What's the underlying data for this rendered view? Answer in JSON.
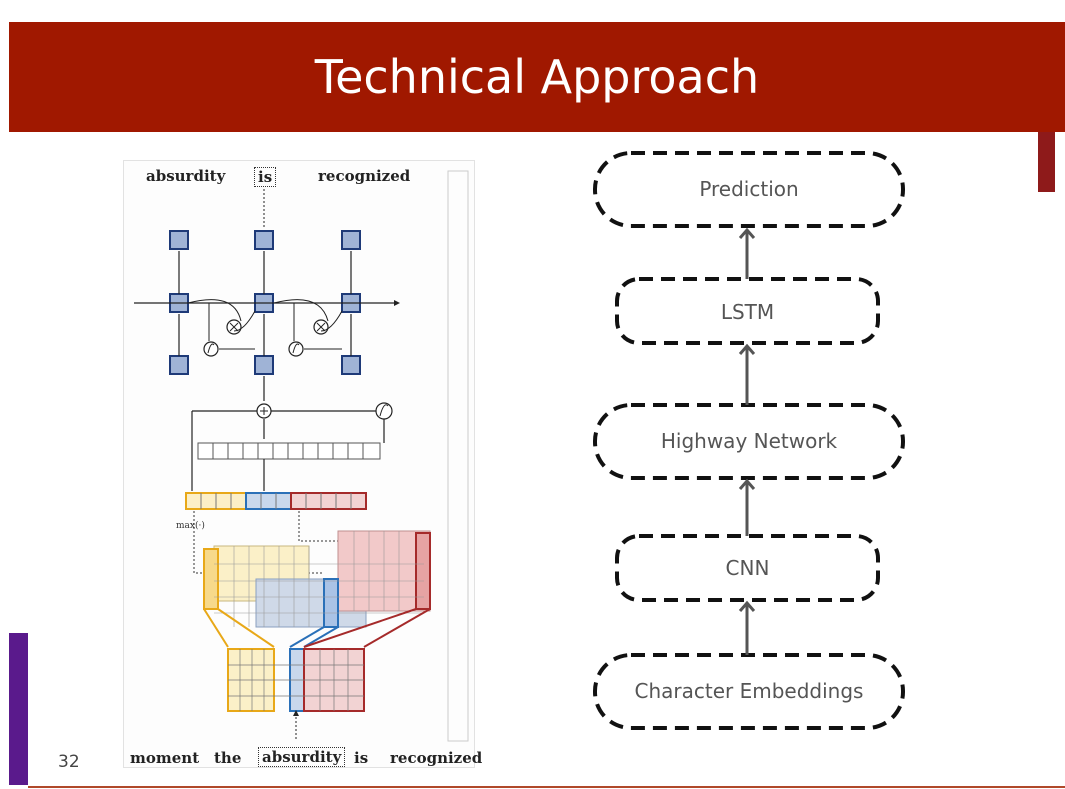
{
  "slide": {
    "title": "Technical Approach",
    "page_number": "32",
    "colors": {
      "title_bar": "#a01800",
      "accent_right": "#8e1a1a",
      "accent_left": "#5a1a8c"
    }
  },
  "figure": {
    "top_words": [
      "absurdity",
      "is",
      "recognized"
    ],
    "bottom_words": [
      "moment",
      "the",
      "absurdity",
      "is",
      "recognized"
    ],
    "max_label": "max(·)"
  },
  "flow": {
    "nodes": [
      "Prediction",
      "LSTM",
      "Highway Network",
      "CNN",
      "Character Embeddings"
    ]
  }
}
